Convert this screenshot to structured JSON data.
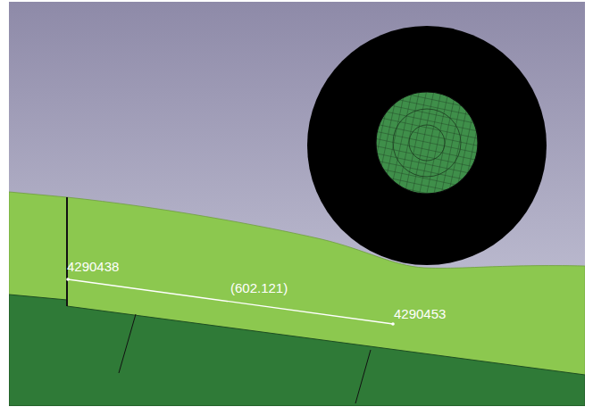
{
  "diagram": {
    "labels": [
      "4290438",
      "(602.121)",
      "4290453"
    ]
  }
}
